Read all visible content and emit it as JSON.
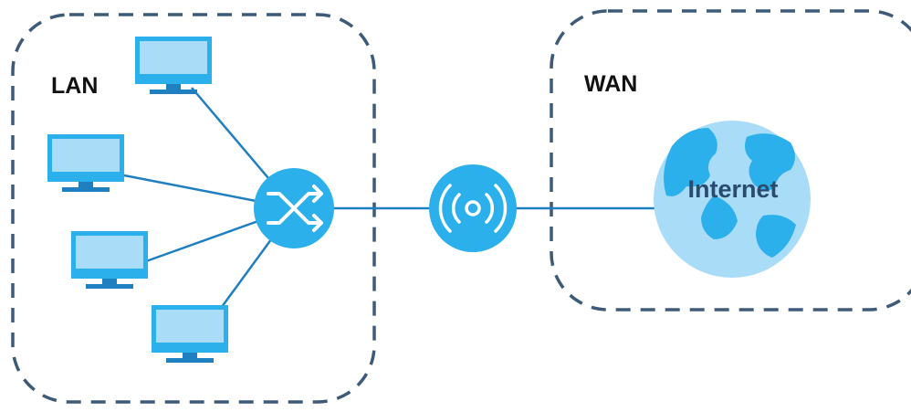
{
  "zones": {
    "lan": {
      "label": "LAN"
    },
    "wan": {
      "label": "WAN"
    }
  },
  "internet": {
    "label": "Internet"
  },
  "colors": {
    "zone_border": "#3d5a78",
    "link": "#1e7fc1",
    "device_blue": "#2bb0ec",
    "screen_fill": "#a8dcf7",
    "globe_fill": "#a8dcf7",
    "globe_land": "#2bb0ec"
  },
  "icons": {
    "computers": [
      "monitor-icon",
      "monitor-icon",
      "monitor-icon",
      "monitor-icon"
    ],
    "switch": "switch-icon",
    "router": "wireless-router-icon",
    "internet": "globe-icon"
  }
}
